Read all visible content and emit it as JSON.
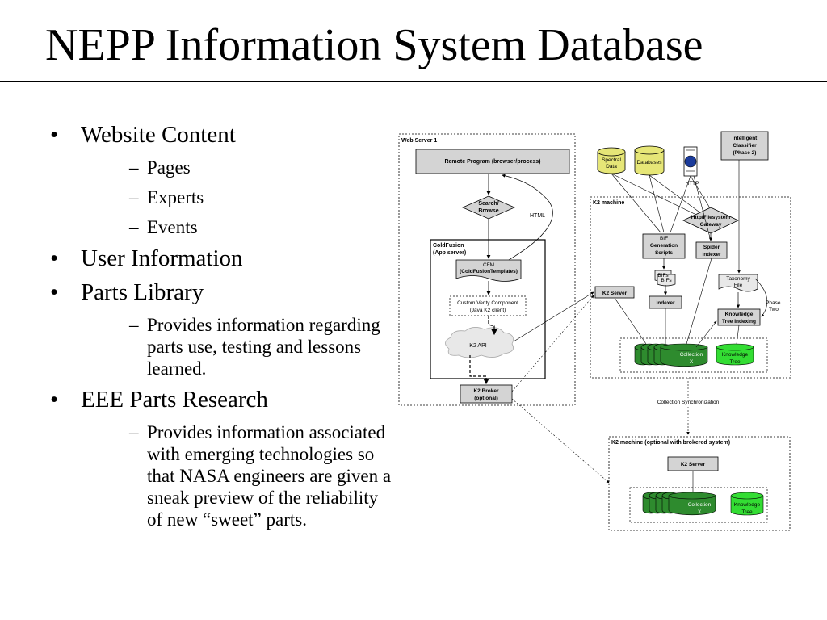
{
  "title": "NEPP Information System Database",
  "bullets": [
    {
      "text": "Website Content",
      "subs": [
        "Pages",
        "Experts",
        "Events"
      ]
    },
    {
      "text": "User Information",
      "subs": []
    },
    {
      "text": "Parts Library",
      "subs": [
        "Provides information regarding parts use, testing and lessons learned."
      ]
    },
    {
      "text": "EEE Parts Research",
      "subs": [
        "Provides information associated with emerging technologies so that NASA engineers are given a sneak preview of the reliability of new “sweet” parts."
      ]
    }
  ],
  "diagram": {
    "colors": {
      "box": "#d4d4d4",
      "db": "#e6e677",
      "green": "#2e8b2e",
      "bright_green": "#33dd33"
    },
    "web_server": {
      "label": "Web Server 1",
      "remote_program": "Remote Program (browser/process)",
      "search_browse": [
        "Search/",
        "Browse"
      ],
      "html": "HTML",
      "coldfusion": [
        "ColdFusion",
        "(App server)"
      ],
      "cfm": [
        "CFM",
        "(ColdFusionTemplates)"
      ],
      "verity": [
        "Custom Verity Component",
        "(Java K2 client)"
      ],
      "k2_api": "K2 API",
      "k2_broker": [
        "K2 Broker",
        "(optional)"
      ]
    },
    "sources": {
      "spectral": [
        "Spectral",
        "Data"
      ],
      "databases": "Databases",
      "http": "HTTP",
      "classifier": [
        "Intelligent",
        "Classifier",
        "(Phase 2)"
      ]
    },
    "k2_machine": {
      "label": "K2 machine",
      "gateway": [
        "Http/Filesystem",
        "Gateway"
      ],
      "bif_scripts": [
        "BIF",
        "Generation",
        "Scripts"
      ],
      "spider": [
        "Spider",
        "Indexer"
      ],
      "bifs": "BIFs",
      "taxonomy": [
        "Taxonomy",
        "File"
      ],
      "k2_server": "K2 Server",
      "indexer": "Indexer",
      "phase_two": [
        "Phase",
        "Two"
      ],
      "knowledge_indexing": [
        "Knowledge",
        "Tree Indexing"
      ],
      "collection": [
        "Collection",
        "X"
      ],
      "knowledge_tree": [
        "Knowledge",
        "Tree"
      ]
    },
    "sync": "Collection Synchronization",
    "k2_machine_2": {
      "label": "K2 machine (optional with brokered system)",
      "k2_server": "K2 Server",
      "collection": [
        "Collection",
        "X"
      ],
      "knowledge_tree": [
        "Knowledge",
        "Tree"
      ]
    }
  }
}
